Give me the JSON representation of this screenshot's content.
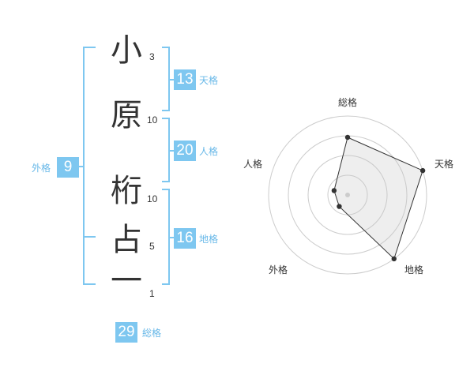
{
  "name": {
    "chars": [
      "小",
      "原",
      "桁",
      "占",
      "一"
    ],
    "strokes": [
      "3",
      "10",
      "10",
      "5",
      "1"
    ]
  },
  "fortune": {
    "ten": {
      "value": "13",
      "label": "天格"
    },
    "jin": {
      "value": "20",
      "label": "人格"
    },
    "chi": {
      "value": "16",
      "label": "地格"
    },
    "gai": {
      "value": "9",
      "label": "外格"
    },
    "so": {
      "value": "29",
      "label": "総格"
    }
  },
  "colors": {
    "accent": "#7ec7f0",
    "label": "#68b8e8",
    "text": "#333333"
  },
  "chart_data": {
    "type": "radar",
    "axes": [
      "総格",
      "天格",
      "地格",
      "外格",
      "人格"
    ],
    "values": [
      0.73,
      1.0,
      1.0,
      0.18,
      0.18
    ],
    "rlim": [
      0,
      1
    ],
    "rings": 4
  }
}
